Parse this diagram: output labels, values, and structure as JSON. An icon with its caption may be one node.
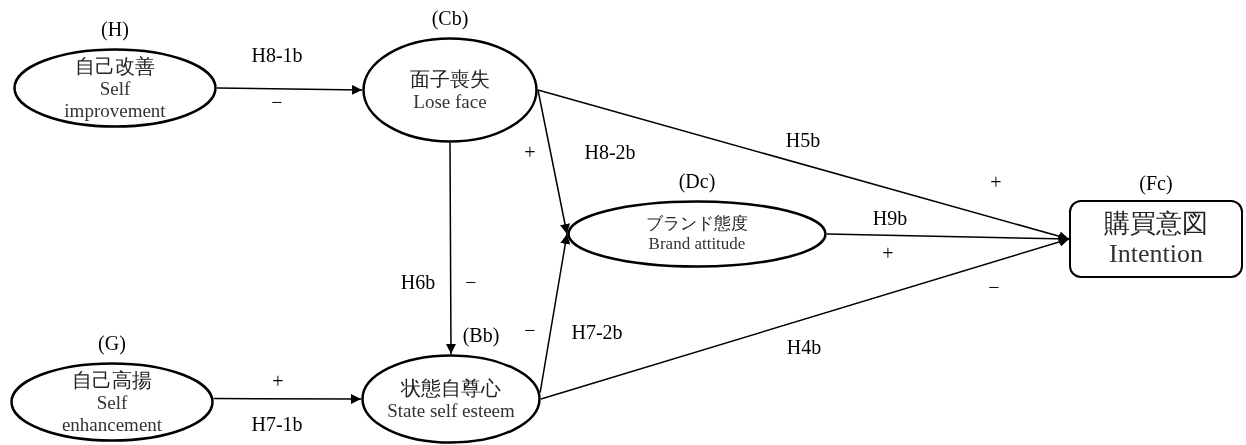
{
  "diagram": {
    "nodes": [
      {
        "text": [
          "(H)",
          "自己改善",
          "Self improvement"
        ]
      },
      {
        "text": [
          "(Cb)",
          "面子喪失",
          "Lose face"
        ]
      },
      {
        "text": [
          "(Dc)",
          "ブランド態度",
          "Brand attitude"
        ]
      },
      {
        "text": [
          "(Fc)",
          "購買意図",
          "Intention"
        ]
      },
      {
        "text": [
          "(G)",
          "自己高揚",
          "Self enhancement"
        ]
      },
      {
        "text": [
          "(Bb)",
          "状態自尊心",
          "State self esteem"
        ]
      }
    ],
    "edges": [
      {
        "from": 0,
        "to": 1,
        "arrow": "to",
        "label": "H8-1b"
      },
      {
        "from": 1,
        "to": 5,
        "arrow": "to",
        "label": "H6b"
      },
      {
        "from": 1,
        "to": 2,
        "arrow": "to",
        "label": "H8-2b"
      },
      {
        "from": 1,
        "to": 3,
        "arrow": "to",
        "label": "H5b"
      },
      {
        "from": 2,
        "to": 3,
        "arrow": "to",
        "label": "H9b"
      },
      {
        "from": 4,
        "to": 5,
        "arrow": "to",
        "label": "H7-1b"
      },
      {
        "from": 5,
        "to": 2,
        "arrow": "to",
        "label": "H7-2b"
      },
      {
        "from": 5,
        "to": 3,
        "arrow": "to",
        "label": "H4b"
      }
    ],
    "labels": [
      "−",
      "+",
      "−",
      "−",
      "+",
      "+",
      "−",
      "+"
    ]
  }
}
